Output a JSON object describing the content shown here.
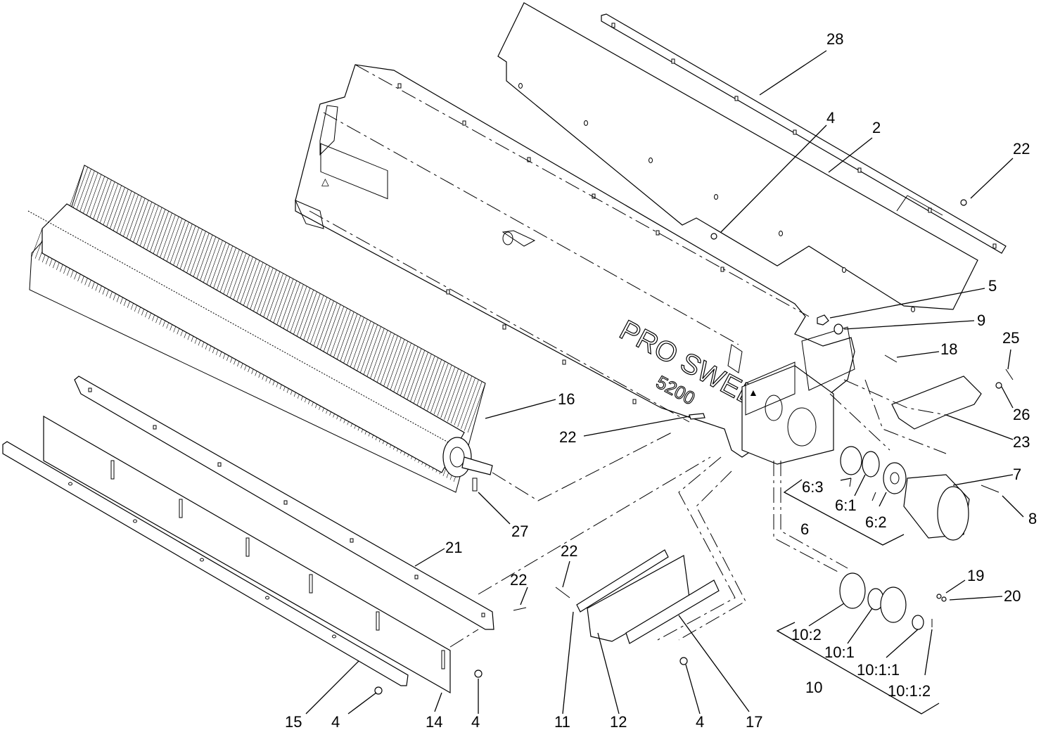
{
  "brand": {
    "name": "PRO SWEEP",
    "model": "5200"
  },
  "callouts": [
    {
      "id": "c-28",
      "label": "28"
    },
    {
      "id": "c-4-top",
      "label": "4"
    },
    {
      "id": "c-2",
      "label": "2"
    },
    {
      "id": "c-22-topright",
      "label": "22"
    },
    {
      "id": "c-5",
      "label": "5"
    },
    {
      "id": "c-9",
      "label": "9"
    },
    {
      "id": "c-18",
      "label": "18"
    },
    {
      "id": "c-25",
      "label": "25"
    },
    {
      "id": "c-26",
      "label": "26"
    },
    {
      "id": "c-23",
      "label": "23"
    },
    {
      "id": "c-16",
      "label": "16"
    },
    {
      "id": "c-22-mid",
      "label": "22"
    },
    {
      "id": "c-7",
      "label": "7"
    },
    {
      "id": "c-8",
      "label": "8"
    },
    {
      "id": "c-6-3",
      "label": "6:3"
    },
    {
      "id": "c-6-1",
      "label": "6:1"
    },
    {
      "id": "c-6-2",
      "label": "6:2"
    },
    {
      "id": "c-6",
      "label": "6"
    },
    {
      "id": "c-27",
      "label": "27"
    },
    {
      "id": "c-21",
      "label": "21"
    },
    {
      "id": "c-22-bl",
      "label": "22"
    },
    {
      "id": "c-22-bm",
      "label": "22"
    },
    {
      "id": "c-19",
      "label": "19"
    },
    {
      "id": "c-20",
      "label": "20"
    },
    {
      "id": "c-10-2",
      "label": "10:2"
    },
    {
      "id": "c-10-1",
      "label": "10:1"
    },
    {
      "id": "c-10-1-1",
      "label": "10:1:1"
    },
    {
      "id": "c-10-1-2",
      "label": "10:1:2"
    },
    {
      "id": "c-10",
      "label": "10"
    },
    {
      "id": "c-15",
      "label": "15"
    },
    {
      "id": "c-4-b1",
      "label": "4"
    },
    {
      "id": "c-14",
      "label": "14"
    },
    {
      "id": "c-4-b2",
      "label": "4"
    },
    {
      "id": "c-11",
      "label": "11"
    },
    {
      "id": "c-12",
      "label": "12"
    },
    {
      "id": "c-4-b3",
      "label": "4"
    },
    {
      "id": "c-17",
      "label": "17"
    }
  ]
}
